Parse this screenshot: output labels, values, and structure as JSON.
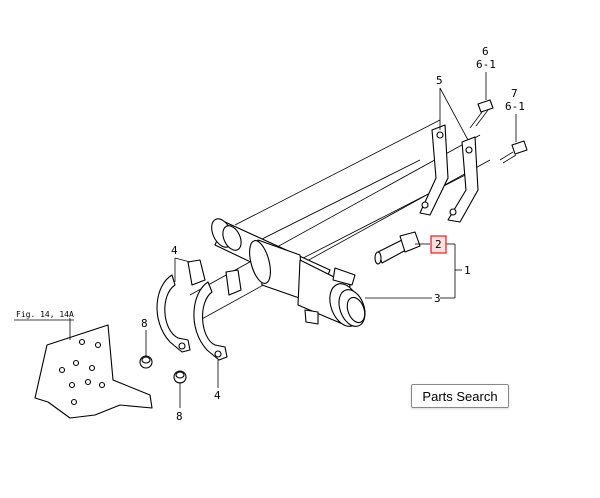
{
  "diagram": {
    "figure_ref": "Fig. 14, 14A",
    "callouts": {
      "c6": "6",
      "c6_1a": "6-1",
      "c5": "5",
      "c7": "7",
      "c6_1b": "6-1",
      "c2": "2",
      "c1": "1",
      "c3": "3",
      "c4": "4",
      "c8a": "8",
      "c8b": "8"
    },
    "highlight_color": "#e02020"
  },
  "parts_search_label": "Parts Search"
}
